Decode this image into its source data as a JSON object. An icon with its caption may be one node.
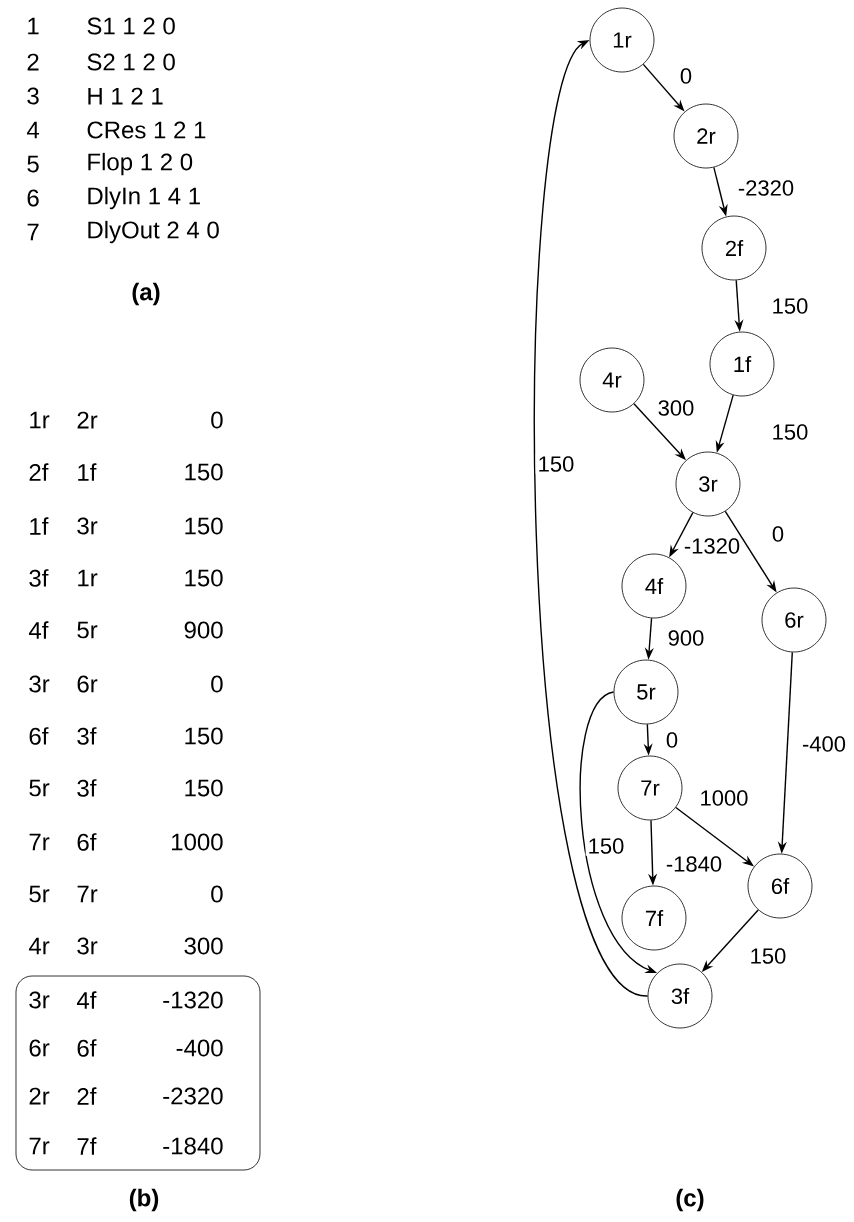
{
  "diagram": {
    "nodes": [
      {
        "text": [
          "1r"
        ]
      },
      {
        "text": [
          "2r"
        ]
      },
      {
        "text": [
          "2f"
        ]
      },
      {
        "text": [
          "1f"
        ]
      },
      {
        "text": [
          "4r"
        ]
      },
      {
        "text": [
          "3r"
        ]
      },
      {
        "text": [
          "4f"
        ]
      },
      {
        "text": [
          "6r"
        ]
      },
      {
        "text": [
          "5r"
        ]
      },
      {
        "text": [
          "7r"
        ]
      },
      {
        "text": [
          "6f"
        ]
      },
      {
        "text": [
          "7f"
        ]
      },
      {
        "text": [
          "3f"
        ]
      },
      {
        "text": [
          "3r",
          "4f",
          "-1320",
          "6r",
          "6f",
          "-400",
          "2r",
          "2f",
          "-2320",
          "7r",
          "7f",
          "-1840"
        ]
      }
    ],
    "edges": [
      {
        "from": 0,
        "to": 1,
        "arrow": "to",
        "label": "0"
      },
      {
        "from": 1,
        "to": 2,
        "arrow": "to",
        "label": "-2320"
      },
      {
        "from": 2,
        "to": 3,
        "arrow": "to",
        "label": "150"
      },
      {
        "from": 3,
        "to": 5,
        "arrow": "to",
        "label": "150"
      },
      {
        "from": 4,
        "to": 5,
        "arrow": "to",
        "label": "300"
      },
      {
        "from": 12,
        "to": 0,
        "arrow": "to",
        "label": "150"
      },
      {
        "from": 5,
        "to": 6,
        "arrow": "to",
        "label": "-1320"
      },
      {
        "from": 5,
        "to": 7,
        "arrow": "to",
        "label": "0"
      },
      {
        "from": 6,
        "to": 8,
        "arrow": "to",
        "label": "900"
      },
      {
        "from": 7,
        "to": 10,
        "arrow": "to",
        "label": "-400"
      },
      {
        "from": 8,
        "to": 9,
        "arrow": "to",
        "label": "0"
      },
      {
        "from": 9,
        "to": 10,
        "arrow": "to",
        "label": "1000"
      },
      {
        "from": 8,
        "to": 12,
        "arrow": "to",
        "label": "150"
      },
      {
        "from": 9,
        "to": 11,
        "arrow": "to",
        "label": "-1840"
      },
      {
        "from": 10,
        "to": 12,
        "arrow": "to",
        "label": "150"
      }
    ],
    "labels": [
      "1",
      "S1 1 2 0",
      "2",
      "S2 1 2 0",
      "3",
      "H 1 2 1",
      "4",
      "CRes 1 2 1",
      "5",
      "Flop 1 2 0",
      "6",
      "DlyIn 1 4 1",
      "7",
      "DlyOut 2 4 0",
      "(a)",
      "1r",
      "2r",
      "0",
      "2f",
      "1f",
      "150",
      "1f",
      "3r",
      "150",
      "3f",
      "1r",
      "150",
      "4f",
      "5r",
      "900",
      "3r",
      "6r",
      "0",
      "6f",
      "3f",
      "150",
      "5r",
      "3f",
      "150",
      "7r",
      "6f",
      "1000",
      "5r",
      "7r",
      "0",
      "4r",
      "3r",
      "300",
      "(b)",
      "(c)"
    ]
  }
}
